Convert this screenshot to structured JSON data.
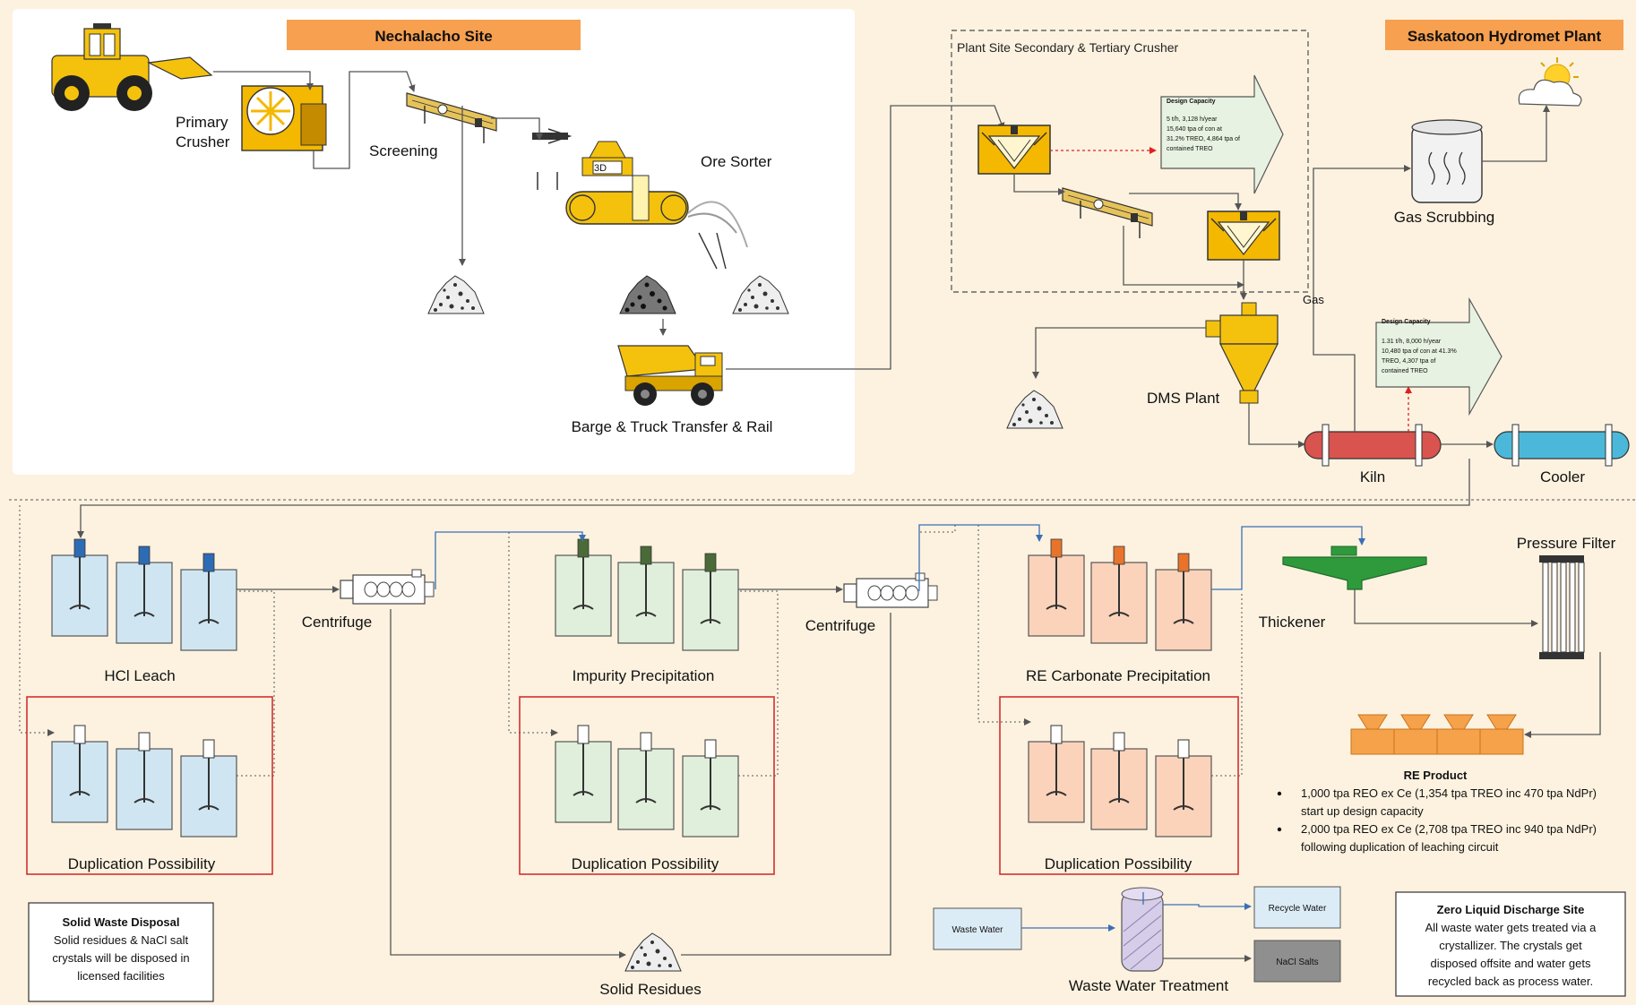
{
  "sections": {
    "nechalacho": "Nechalacho Site",
    "saskatoon": "Saskatoon Hydromet Plant",
    "secondary": "Plant Site Secondary & Tertiary Crusher"
  },
  "labels": {
    "primary_crusher_1": "Primary",
    "primary_crusher_2": "Crusher",
    "screening": "Screening",
    "ore_sorter": "Ore Sorter",
    "barge": "Barge & Truck Transfer & Rail",
    "dms": "DMS Plant",
    "gas": "Gas",
    "gas_scrubbing": "Gas Scrubbing",
    "kiln": "Kiln",
    "cooler": "Cooler",
    "hcl_leach": "HCl Leach",
    "centrifuge1": "Centrifuge",
    "impurity": "Impurity Precipitation",
    "centrifuge2": "Centrifuge",
    "re_carbonate": "RE Carbonate Precipitation",
    "thickener": "Thickener",
    "pressure_filter": "Pressure Filter",
    "dup1": "Duplication Possibility",
    "dup2": "Duplication Possibility",
    "dup3": "Duplication Possibility",
    "solid_residues": "Solid Residues",
    "wwt": "Waste Water Treatment",
    "waste_water": "Waste Water",
    "recycle_water": "Recycle Water",
    "nacl_salts": "NaCl Salts"
  },
  "design_capacity_1": {
    "title": "Design Capacity",
    "lines": [
      "5 t/h, 3,128 h/year",
      "15,640 tpa of con at",
      "31.2% TREO, 4,864 tpa of",
      "contained TREO"
    ]
  },
  "design_capacity_2": {
    "title": "Design Capacity",
    "lines": [
      "1.31 t/h, 8,000 h/year",
      "10,480 tpa of con at 41.3%",
      "TREO, 4,307 tpa of",
      "contained TREO"
    ]
  },
  "re_product": {
    "title": "RE Product",
    "bullet1_line1": "1,000 tpa REO ex Ce (1,354 tpa TREO inc 470 tpa NdPr)",
    "bullet1_line2": "start up design capacity",
    "bullet2_line1": "2,000 tpa REO ex Ce (2,708 tpa TREO inc 940 tpa NdPr)",
    "bullet2_line2": "following duplication of leaching circuit"
  },
  "solid_waste": {
    "title": "Solid Waste Disposal",
    "lines": [
      "Solid residues & NaCl salt",
      "crystals will be disposed in",
      "licensed facilities"
    ]
  },
  "zld": {
    "title": "Zero Liquid Discharge Site",
    "lines": [
      "All waste water gets treated via a",
      "crystallizer. The crystals get",
      "disposed offsite and water gets",
      "recycled back as process water."
    ]
  },
  "sorter_badge": "3D",
  "colors": {
    "background": "#fdf2e0",
    "header_orange": "#f7a050",
    "loader_yellow": "#f4c20d",
    "tank_blue": "#cfe6f2",
    "tank_green": "#e0efdb",
    "tank_salmon": "#fbd3bb",
    "kiln_red": "#d9534f",
    "cooler_blue": "#4cb8d9",
    "dup_red": "#d32f2f",
    "flow_blue": "#3a6fb5"
  }
}
